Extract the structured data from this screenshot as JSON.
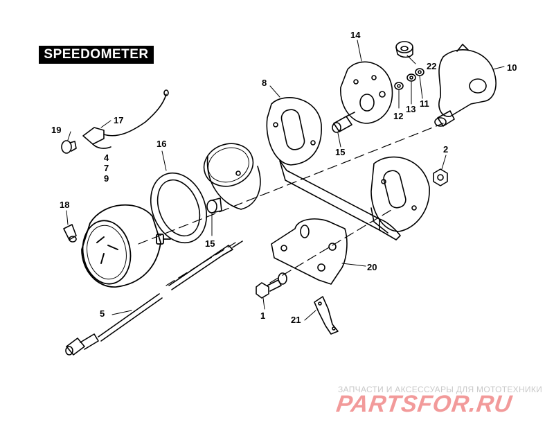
{
  "title": "SPEEDOMETER",
  "watermark": {
    "tagline": "ЗАПЧАСТИ И АКСЕССУАРЫ ДЛЯ МОТОТЕХНИКИ",
    "logo": "PARTSFOR.RU"
  },
  "callouts": [
    {
      "id": "c14",
      "text": "14"
    },
    {
      "id": "c22",
      "text": "22"
    },
    {
      "id": "c10",
      "text": "10"
    },
    {
      "id": "c8",
      "text": "8"
    },
    {
      "id": "c12",
      "text": "12"
    },
    {
      "id": "c13",
      "text": "13"
    },
    {
      "id": "c11",
      "text": "11"
    },
    {
      "id": "c17",
      "text": "17"
    },
    {
      "id": "c19",
      "text": "19"
    },
    {
      "id": "c4",
      "text": "4"
    },
    {
      "id": "c7",
      "text": "7"
    },
    {
      "id": "c9",
      "text": "9"
    },
    {
      "id": "c16",
      "text": "16"
    },
    {
      "id": "c15a",
      "text": "15"
    },
    {
      "id": "c2",
      "text": "2"
    },
    {
      "id": "c18",
      "text": "18"
    },
    {
      "id": "c15b",
      "text": "15"
    },
    {
      "id": "c20",
      "text": "20"
    },
    {
      "id": "c5",
      "text": "5"
    },
    {
      "id": "c1",
      "text": "1"
    },
    {
      "id": "c21",
      "text": "21"
    }
  ],
  "colors": {
    "ink": "#000000",
    "watermark_grey": "#c9c9c9",
    "watermark_red": "#f29a9a"
  }
}
